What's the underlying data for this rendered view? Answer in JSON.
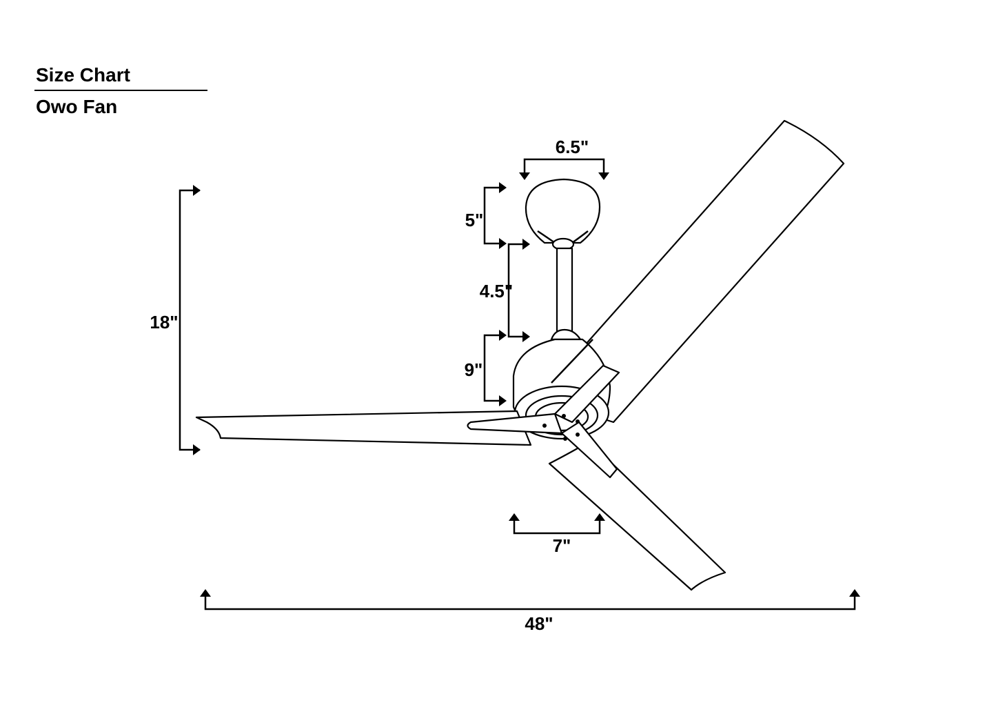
{
  "header": {
    "title": "Size Chart",
    "subtitle": "Owo Fan"
  },
  "dimensions": {
    "overall_height": "18\"",
    "canopy_height": "5\"",
    "downrod_length": "4.5\"",
    "motor_height": "9\"",
    "canopy_width": "6.5\"",
    "motor_width": "7\"",
    "blade_span": "48\""
  },
  "colors": {
    "line": "#000000",
    "background": "#ffffff"
  }
}
